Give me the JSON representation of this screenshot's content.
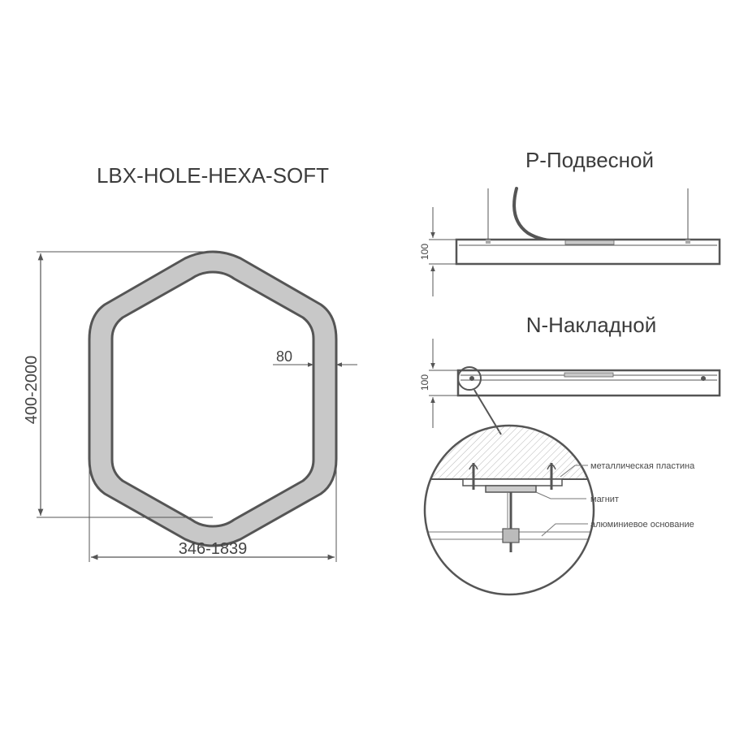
{
  "product_title": "LBX-HOLE-HEXA-SOFT",
  "views": {
    "suspended_title": "P-Подвесной",
    "surface_title": "N-Накладной"
  },
  "dimensions": {
    "height": "400-2000",
    "width": "346-1839",
    "profile_width": "80",
    "suspended_height": "100",
    "surface_height": "100"
  },
  "detail_labels": {
    "metal_plate": "металлическая пластина",
    "magnet": "магнит",
    "aluminum_base": "алюминиевое основание"
  },
  "colors": {
    "ring_fill": "#c8c8c8",
    "outline": "#555555",
    "hatch": "#aaaaaa"
  }
}
